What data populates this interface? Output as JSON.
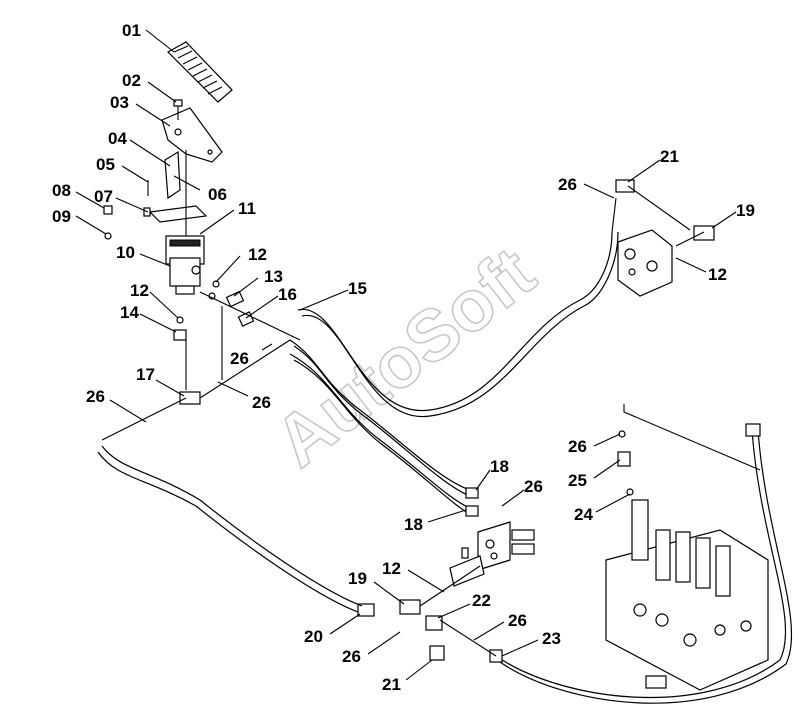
{
  "watermark": "AutoSoft",
  "callouts": [
    {
      "id": "c01",
      "text": "01"
    },
    {
      "id": "c02",
      "text": "02"
    },
    {
      "id": "c03",
      "text": "03"
    },
    {
      "id": "c04",
      "text": "04"
    },
    {
      "id": "c05",
      "text": "05"
    },
    {
      "id": "c06",
      "text": "06"
    },
    {
      "id": "c07",
      "text": "07"
    },
    {
      "id": "c08",
      "text": "08"
    },
    {
      "id": "c09",
      "text": "09"
    },
    {
      "id": "c10",
      "text": "10"
    },
    {
      "id": "c11",
      "text": "11"
    },
    {
      "id": "c12a",
      "text": "12"
    },
    {
      "id": "c13",
      "text": "13"
    },
    {
      "id": "c12b",
      "text": "12"
    },
    {
      "id": "c14",
      "text": "14"
    },
    {
      "id": "c16",
      "text": "16"
    },
    {
      "id": "c15",
      "text": "15"
    },
    {
      "id": "c26a",
      "text": "26"
    },
    {
      "id": "c17",
      "text": "17"
    },
    {
      "id": "c26b",
      "text": "26"
    },
    {
      "id": "c26c",
      "text": "26"
    },
    {
      "id": "c21a",
      "text": "21"
    },
    {
      "id": "c26d",
      "text": "26"
    },
    {
      "id": "c19a",
      "text": "19"
    },
    {
      "id": "c12c",
      "text": "12"
    },
    {
      "id": "c26e",
      "text": "26"
    },
    {
      "id": "c25",
      "text": "25"
    },
    {
      "id": "c24",
      "text": "24"
    },
    {
      "id": "c18a",
      "text": "18"
    },
    {
      "id": "c26f",
      "text": "26"
    },
    {
      "id": "c18b",
      "text": "18"
    },
    {
      "id": "c12d",
      "text": "12"
    },
    {
      "id": "c19b",
      "text": "19"
    },
    {
      "id": "c22",
      "text": "22"
    },
    {
      "id": "c26g",
      "text": "26"
    },
    {
      "id": "c20",
      "text": "20"
    },
    {
      "id": "c26h",
      "text": "26"
    },
    {
      "id": "c23",
      "text": "23"
    },
    {
      "id": "c21b",
      "text": "21"
    }
  ]
}
